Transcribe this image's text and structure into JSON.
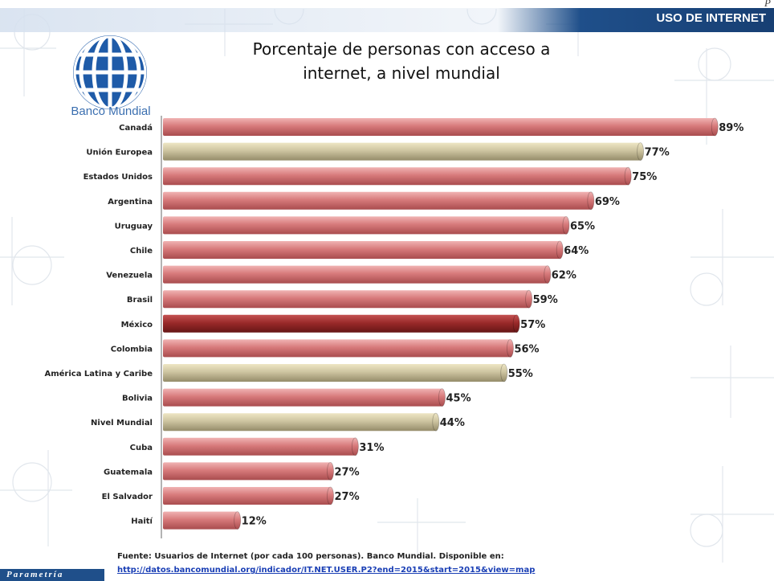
{
  "header": {
    "section_title": "USO DE INTERNET",
    "corner_letter": "P"
  },
  "logo": {
    "text": "Banco Mundial",
    "icon": "globe-icon"
  },
  "footer": {
    "source": "Fuente: Usuarios de Internet (por cada 100 personas). Banco Mundial. Disponible en:",
    "link": "http://datos.bancomundial.org/indicador/IT.NET.USER.P2?end=2015&start=2015&view=map"
  },
  "brand": {
    "text": "Parametría"
  },
  "colors": {
    "regular": "#d77a7b",
    "region": "#cdc4a0",
    "highlight": "#9a2a2a",
    "header": "#1f4f8a"
  },
  "chart_data": {
    "type": "bar",
    "orientation": "horizontal",
    "title": "Porcentaje de personas con acceso a internet, a nivel mundial",
    "categories": [
      "Canadá",
      "Unión Europea",
      "Estados Unidos",
      "Argentina",
      "Uruguay",
      "Chile",
      "Venezuela",
      "Brasil",
      "México",
      "Colombia",
      "América Latina y Caribe",
      "Bolivia",
      "Nivel Mundial",
      "Cuba",
      "Guatemala",
      "El Salvador",
      "Haití"
    ],
    "values": [
      89,
      77,
      75,
      69,
      65,
      64,
      62,
      59,
      57,
      56,
      55,
      45,
      44,
      31,
      27,
      27,
      12
    ],
    "value_labels": [
      "89%",
      "77%",
      "75%",
      "69%",
      "65%",
      "64%",
      "62%",
      "59%",
      "57%",
      "56%",
      "55%",
      "45%",
      "44%",
      "31%",
      "27%",
      "27%",
      "12%"
    ],
    "bar_kind": [
      "regular",
      "region",
      "regular",
      "regular",
      "regular",
      "regular",
      "regular",
      "regular",
      "highlight",
      "regular",
      "region",
      "regular",
      "region",
      "regular",
      "regular",
      "regular",
      "regular"
    ],
    "xlim": [
      0,
      90
    ],
    "grid": false,
    "legend": false
  }
}
